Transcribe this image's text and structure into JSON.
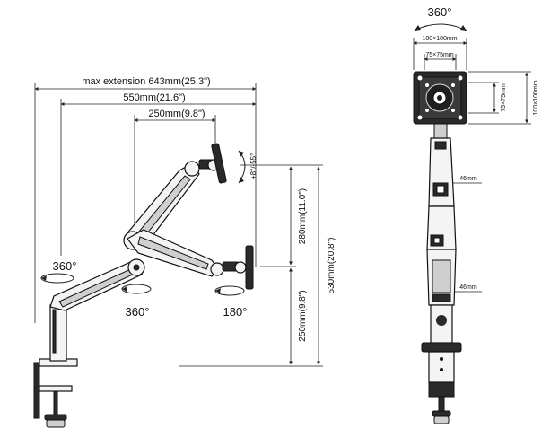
{
  "side_view": {
    "max_extension": "max extension 643mm(25.3\")",
    "extension_550": "550mm(21.6\")",
    "extension_250": "250mm(9.8\")",
    "tilt": "+8°/-55°",
    "height_280": "280mm(11.0\")",
    "height_530": "530mm(20.8\")",
    "height_250": "250mm(9.8\")",
    "rotation_base": "360°",
    "rotation_elbow": "360°",
    "rotation_head": "180°"
  },
  "front_view": {
    "rotation_top": "360°",
    "vesa_100_top": "100×100mm",
    "vesa_75_top": "75×75mm",
    "vesa_75_side": "75×75mm",
    "vesa_100_side": "100×100mm",
    "width_upper": "46mm",
    "width_lower": "46mm"
  }
}
